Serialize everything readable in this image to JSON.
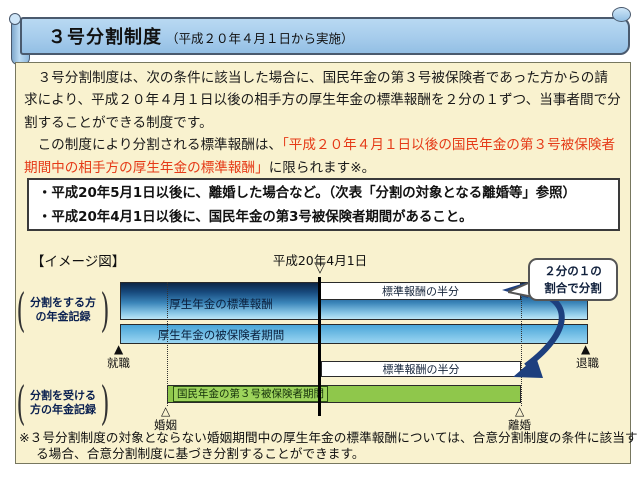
{
  "banner": {
    "title": "３号分割制度",
    "subtitle": "（平成２０年４月１日から実施）"
  },
  "intro": {
    "p1": "　３号分割制度は、次の条件に該当した場合に、国民年金の第３号被保険者であった方からの請求により、平成２０年４月１日以後の相手方の厚生年金の標準報酬を２分の１ずつ、当事者間で分割することができる制度です。",
    "p2_prefix": "　この制度により分割される標準報酬は、",
    "p2_red": "「平成２０年４月１日以後の国民年金の第３号被保険者期間中の相手方の厚生年金の標準報酬」",
    "p2_suffix": "に限られます※。"
  },
  "conditions": {
    "items": [
      "・平成20年5月1日以後に、離婚した場合など。（次表「分割の対象となる離婚等」参照）",
      "・平成20年4月1日以後に、国民年金の第3号被保険者期間があること。"
    ]
  },
  "diagram": {
    "heading": "【イメージ図】",
    "date_label": "平成20年4月1日",
    "callout_line1": "２分の１の",
    "callout_line2": "割合で分割",
    "left_label_top": [
      "分割をする方",
      "の年金記録"
    ],
    "left_label_bottom": [
      "分割を受ける",
      "方の年金記録"
    ],
    "bars": {
      "row1_label": "厚生年金の標準報酬",
      "row2_label": "厚生年金の被保険者期間",
      "half_label": "標準報酬の半分",
      "green_label": "国民年金の第３号被保険者期間"
    },
    "markers": {
      "joining": "就職",
      "retiring": "退職",
      "marriage": "婚姻",
      "divorce": "離婚"
    },
    "glyphs": {
      "down_open": "▽",
      "up_filled": "▲",
      "up_open": "△"
    }
  },
  "footnote": "※３号分割制度の対象とならない婚姻期間中の厚生年金の標準報酬については、合意分割制度の条件に該当する場合、合意分割制度に基づき分割することができます。",
  "colors": {
    "cream_bg": "#f9f2cf",
    "banner_blue": "#a6ccec",
    "red_text": "#e53a17",
    "bar_blue_dark": "#17497c",
    "bar_blue_light": "#9bd6f2",
    "green_bar": "#8fc74b",
    "arrow_navy": "#1d3f7e"
  }
}
